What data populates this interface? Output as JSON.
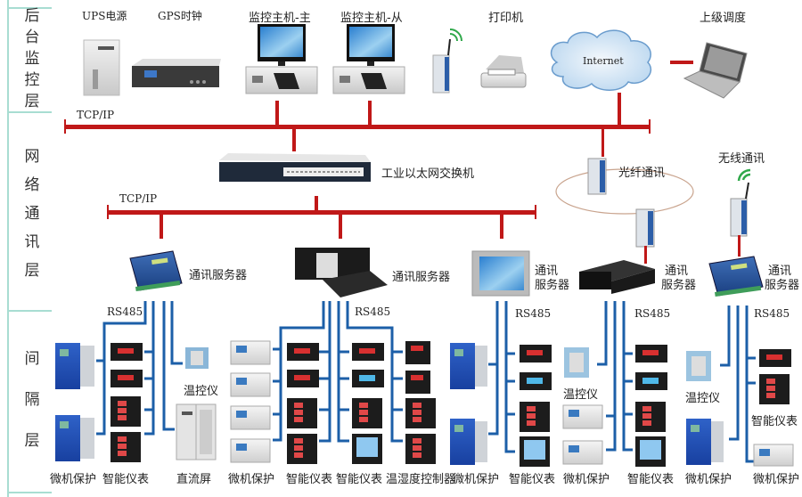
{
  "layers": [
    {
      "id": "backend",
      "label": "后台监控层"
    },
    {
      "id": "network",
      "label": "网络通讯层"
    },
    {
      "id": "bay",
      "label": "间隔层"
    }
  ],
  "backend": {
    "devices": [
      {
        "name": "ups",
        "label": "UPS电源"
      },
      {
        "name": "gps",
        "label": "GPS时钟"
      },
      {
        "name": "monitor-main",
        "label": "监控主机-主"
      },
      {
        "name": "monitor-backup",
        "label": "监控主机-从"
      },
      {
        "name": "printer",
        "label": "打印机"
      },
      {
        "name": "upper-dispatch",
        "label": "上级调度"
      }
    ],
    "internet_label": "Internet",
    "bus_label": "TCP/IP"
  },
  "network": {
    "switch_label": "工业以太网交换机",
    "bus_label": "TCP/IP",
    "fiber_label": "光纤通讯",
    "wireless_label": "无线通讯",
    "comm_servers": [
      {
        "label": "通讯服务器"
      },
      {
        "label": "通讯服务器"
      },
      {
        "label_line1": "通讯",
        "label_line2": "服务器"
      },
      {
        "label_line1": "通讯",
        "label_line2": "服务器"
      },
      {
        "label_line1": "通讯",
        "label_line2": "服务器"
      }
    ],
    "rs485_label": "RS485"
  },
  "bay": {
    "labels": [
      "微机保护",
      "智能仪表",
      "直流屏",
      "微机保护",
      "智能仪表",
      "智能仪表",
      "温湿度控制器",
      "微机保护",
      "智能仪表",
      "微机保护",
      "智能仪表",
      "微机保护",
      "微机保护"
    ],
    "temp_controller_label": "温控仪",
    "smart_meter_label": "智能仪表"
  },
  "colors": {
    "tcp_bus": "#c01818",
    "rs485_bus": "#1c5fa8",
    "layer_divider": "#a8ddd2"
  }
}
